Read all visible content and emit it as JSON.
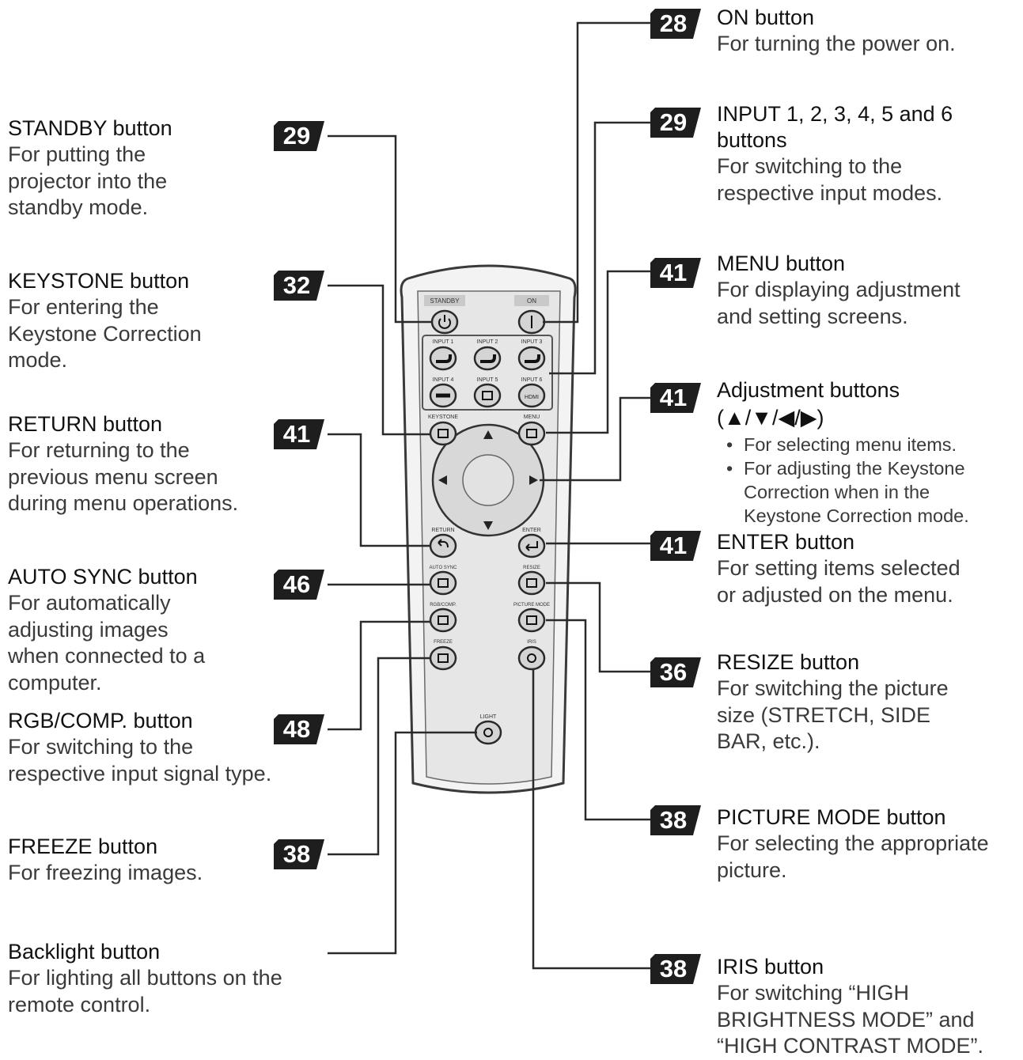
{
  "callouts": [
    {
      "id": "on",
      "page": "28",
      "title": "ON button",
      "desc": [
        "For turning the power on."
      ]
    },
    {
      "id": "input",
      "page": "29",
      "title": "INPUT 1, 2, 3, 4, 5 and 6",
      "desc": [
        "buttons",
        "For switching to the",
        "respective input modes."
      ]
    },
    {
      "id": "menu",
      "page": "41",
      "title": "MENU button",
      "desc": [
        "For displaying adjustment",
        "and setting screens."
      ]
    },
    {
      "id": "adjust",
      "page": "41",
      "title": "Adjustment buttons",
      "desc": [
        "(▲/▼/◀/▶)"
      ],
      "bullets": [
        "For selecting menu items.",
        "For adjusting the Keystone",
        "Correction when in the",
        "Keystone Correction mode."
      ]
    },
    {
      "id": "enter",
      "page": "41",
      "title": "ENTER button",
      "desc": [
        "For setting items selected",
        "or adjusted on the menu."
      ]
    },
    {
      "id": "resize",
      "page": "36",
      "title": "RESIZE button",
      "desc": [
        "For switching the picture",
        "size (STRETCH, SIDE",
        "BAR, etc.)."
      ]
    },
    {
      "id": "picmode",
      "page": "38",
      "title": "PICTURE MODE button",
      "desc": [
        "For selecting the appropriate",
        "picture."
      ]
    },
    {
      "id": "iris",
      "page": "38",
      "title": "IRIS button",
      "desc": [
        "For switching “HIGH",
        "BRIGHTNESS MODE” and",
        "“HIGH CONTRAST MODE”."
      ]
    },
    {
      "id": "standby",
      "page": "29",
      "title": "STANDBY button",
      "desc": [
        "For putting the",
        "projector into the",
        "standby mode."
      ]
    },
    {
      "id": "keystone",
      "page": "32",
      "title": "KEYSTONE button",
      "desc": [
        "For entering the",
        "Keystone Correction",
        "mode."
      ]
    },
    {
      "id": "return",
      "page": "41",
      "title": "RETURN button",
      "desc": [
        "For returning to the",
        "previous menu screen",
        "during menu operations."
      ]
    },
    {
      "id": "autosync",
      "page": "46",
      "title": "AUTO SYNC button",
      "desc": [
        "For automatically",
        "adjusting images",
        "when connected to a",
        "computer."
      ]
    },
    {
      "id": "rgbcomp",
      "page": "48",
      "title": "RGB/COMP. button",
      "desc": [
        "For switching to the",
        "respective input signal type."
      ]
    },
    {
      "id": "freeze",
      "page": "38",
      "title": "FREEZE button",
      "desc": [
        "For freezing images."
      ]
    },
    {
      "id": "light",
      "page": "",
      "title": "Backlight button",
      "desc": [
        "For lighting all buttons on the",
        "remote control."
      ]
    }
  ],
  "remote": {
    "labels": {
      "standby": "STANDBY",
      "on": "ON",
      "input1": "INPUT 1",
      "input2": "INPUT 2",
      "input3": "INPUT 3",
      "input4": "INPUT 4",
      "input5": "INPUT 5",
      "input6": "INPUT 6",
      "keystone": "KEYSTONE",
      "menu": "MENU",
      "return": "RETURN",
      "enter": "ENTER",
      "autosync": "AUTO SYNC",
      "resize": "RESIZE",
      "rgbcomp": "RGB/COMP.",
      "picmode": "PICTURE MODE",
      "freeze": "FREEZE",
      "iris": "IRIS",
      "light": "LIGHT",
      "hdmi": "HDMI"
    }
  },
  "colors": {
    "badge": "#1e1e1e",
    "line": "#2a2a2a",
    "remote_body": "#ececec",
    "remote_outline": "#3a3a3a",
    "remote_band": "#d0d0d0"
  }
}
